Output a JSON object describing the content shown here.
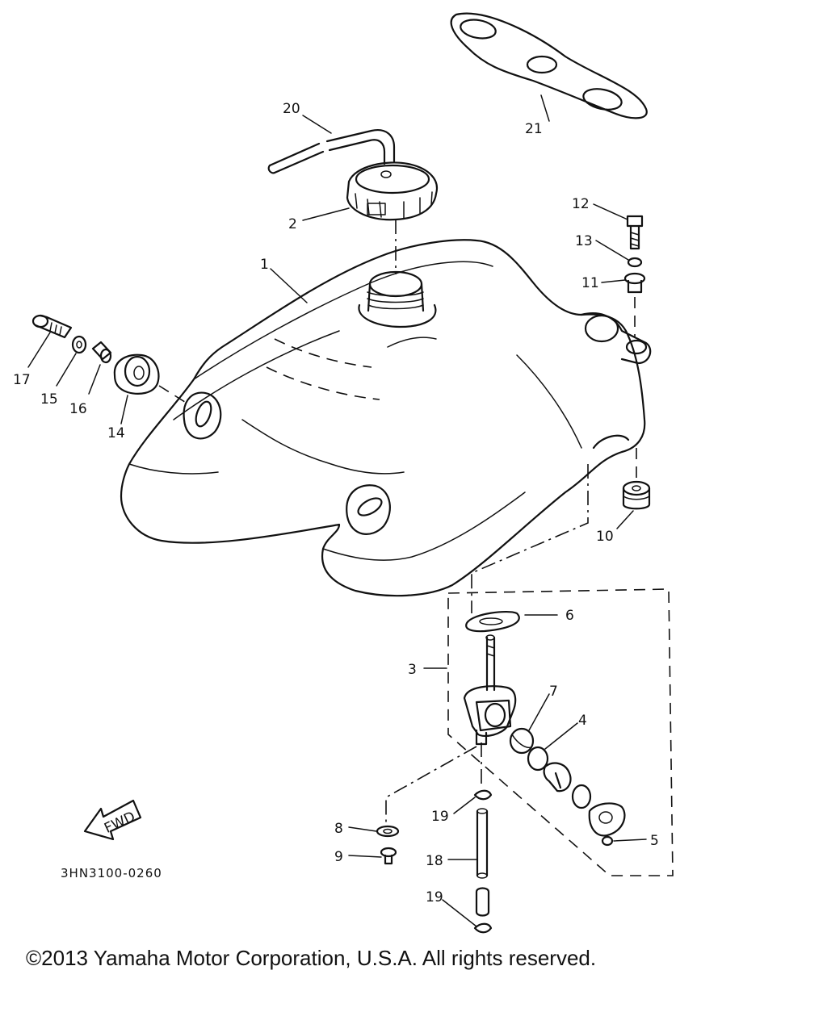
{
  "diagram": {
    "drawing_code": "3HN3100-0260",
    "direction_label": "FWD",
    "callouts": {
      "c1": "1",
      "c2": "2",
      "c3": "3",
      "c4": "4",
      "c5": "5",
      "c6": "6",
      "c7": "7",
      "c8": "8",
      "c9": "9",
      "c10": "10",
      "c11": "11",
      "c12": "12",
      "c13": "13",
      "c14": "14",
      "c15": "15",
      "c16": "16",
      "c17": "17",
      "c18": "18",
      "c19a": "19",
      "c19b": "19",
      "c20": "20",
      "c21": "21"
    }
  },
  "footer": {
    "copyright": "©2013 Yamaha Motor Corporation, U.S.A. All rights reserved."
  }
}
